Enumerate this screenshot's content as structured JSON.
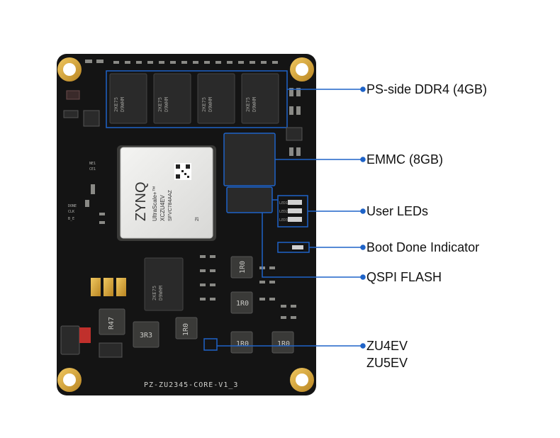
{
  "board": {
    "silkscreen_name": "PZ-ZU2345-CORE-V1_3",
    "soc": {
      "brand": "ZYNQ",
      "family": "UltraScale+™",
      "part": "XCZU4EV",
      "marks": [
        "SFVC784AAZ",
        "2I"
      ]
    },
    "ddr_marking": [
      "2KE75",
      "D9WHM"
    ],
    "inductor_labels": [
      "R47",
      "3R3",
      "1R0",
      "1R0",
      "1R0",
      "1R0",
      "1R0"
    ],
    "led_labels": [
      "LED1",
      "LED2",
      "LED3"
    ],
    "left_labels": [
      "DONE",
      "CLK",
      "NE1",
      "CE1",
      "B_E"
    ]
  },
  "callouts": [
    {
      "label": "PS-side DDR4 (4GB)"
    },
    {
      "label": "EMMC (8GB)"
    },
    {
      "label": "User LEDs"
    },
    {
      "label": "Boot Done Indicator"
    },
    {
      "label": "QSPI FLASH"
    },
    {
      "label": "ZU4EV"
    },
    {
      "label": "ZU5EV"
    }
  ],
  "colors": {
    "pcb": "#141414",
    "gold": "#d6a43c",
    "callout_line": "#1e63c8"
  }
}
